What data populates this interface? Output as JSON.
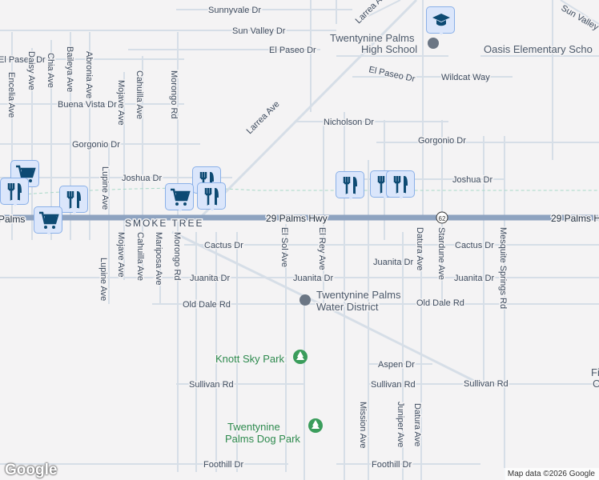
{
  "map": {
    "colors": {
      "background": "#f4f3f4",
      "road": "#d6dee7",
      "highway": "#8ea3c0",
      "pin": "#dbe6fb",
      "pin_icon": "#0d4a73",
      "park": "#2e8a4e"
    },
    "streets": {
      "sunnyvale": "Sunnyvale Dr",
      "sun_valley": "Sun Valley Dr",
      "sun_valley_ne": "Sun Valley",
      "el_paseo_w": "El Paseo Dr",
      "el_paseo_mid": "El Paseo Dr",
      "el_paseo_e": "El Paseo Dr",
      "wildcat": "Wildcat Way",
      "buena_vista": "Buena Vista Dr",
      "nicholson": "Nicholson Dr",
      "gorgonio_w": "Gorgonio Dr",
      "gorgonio_e": "Gorgonio Dr",
      "joshua_w": "Joshua Dr",
      "joshua_e": "Joshua Dr",
      "larrea_n": "Larrea Ave",
      "larrea": "Larrea Ave",
      "daisy": "Daisy Ave",
      "chia": "Chia Ave",
      "baileya": "Baileya Ave",
      "abronia": "Abronia Ave",
      "mojave_n": "Mojave Ave",
      "cahuilla_n": "Cahuilla Ave",
      "morongo_n": "Morongo Rd",
      "encelia": "Encelia Ave",
      "lupine_n": "Lupine Ave",
      "mojave_s": "Mojave Ave",
      "cahuilla_s": "Cahuilla Ave",
      "mariposa": "Mariposa Ave",
      "morongo_s": "Morongo Rd",
      "lupine_s": "Lupine Ave",
      "el_sol": "El Sol Ave",
      "el_rey": "El Rey Ave",
      "mission": "Mission Ave",
      "juniper": "Juniper Ave",
      "datura_n": "Datura Ave",
      "datura_s": "Datura Ave",
      "stardune": "Stardune Ave",
      "mesquite": "Mesquite Springs Rd",
      "cactus_w": "Cactus Dr",
      "cactus_e": "Cactus Dr",
      "juanita_w": "Juanita Dr",
      "juanita_mid": "Juanita Dr",
      "juanita_e1": "Juanita Dr",
      "juanita_e2": "Juanita Dr",
      "old_dale_w": "Old Dale Rd",
      "old_dale_e": "Old Dale Rd",
      "aspen": "Aspen Dr",
      "sullivan_w": "Sullivan Rd",
      "sullivan_mid": "Sullivan Rd",
      "sullivan_e": "Sullivan Rd",
      "foothill_w": "Foothill Dr",
      "foothill_e": "Foothill Dr",
      "hwy_mid": "29 Palms Hwy",
      "hwy_e": "29 Palms H",
      "hwy_w": "Palms",
      "hwy_shield": "62"
    },
    "places": {
      "town": "SMOKE TREE",
      "high_school_1": "Twentynine Palms",
      "high_school_2": "High School",
      "oasis": "Oasis Elementary Scho",
      "water_1": "Twentynine Palms",
      "water_2": "Water District",
      "knott": "Knott Sky Park",
      "dog_1": "Twentynine",
      "dog_2": "Palms Dog Park",
      "edge_fi": "Fi",
      "edge_o": "O"
    },
    "pins": [
      {
        "icon": "school-icon"
      },
      {
        "icon": "shopping-cart-icon"
      },
      {
        "icon": "restaurant-icon"
      },
      {
        "icon": "restaurant-icon"
      },
      {
        "icon": "shopping-cart-icon"
      },
      {
        "icon": "restaurant-icon"
      },
      {
        "icon": "shopping-cart-icon"
      },
      {
        "icon": "restaurant-icon"
      },
      {
        "icon": "restaurant-icon"
      },
      {
        "icon": "restaurant-icon"
      },
      {
        "icon": "restaurant-icon"
      }
    ],
    "logo": "Google",
    "attribution": "Map data ©2026 Google"
  }
}
